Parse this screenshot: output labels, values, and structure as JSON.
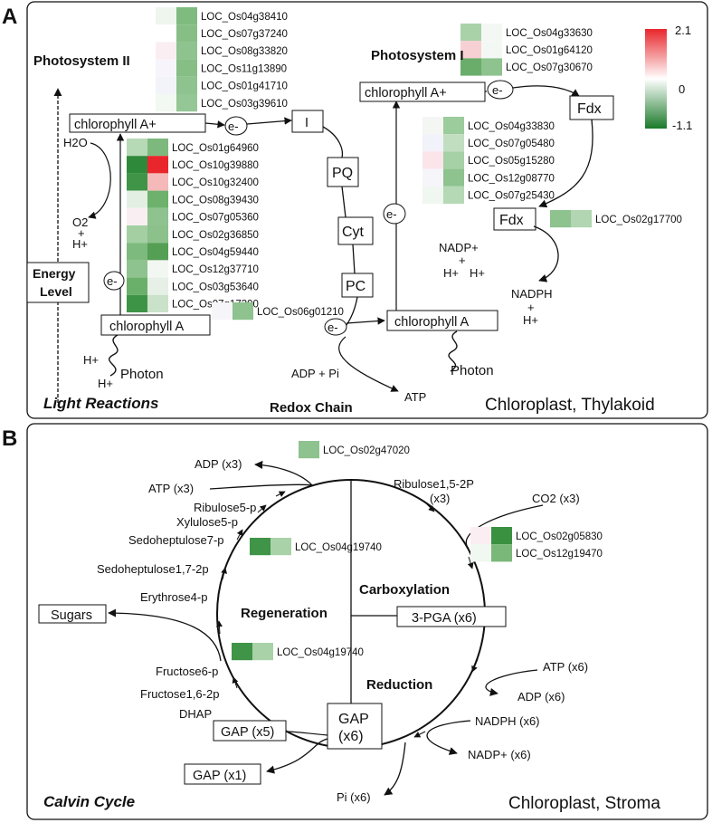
{
  "panel_a": {
    "letter": "A",
    "photosystem2": "Photosystem II",
    "photosystem1": "Photosystem I",
    "chlA_plus_left": "chlorophyll A+",
    "chlA_plus_right": "chlorophyll A+",
    "chlA_left": "chlorophyll A",
    "chlA_right": "chlorophyll A",
    "electron": "e-",
    "complex_I": "I",
    "pq": "PQ",
    "cyt": "Cyt",
    "pc": "PC",
    "fdx_top": "Fdx",
    "fdx_mid": "Fdx",
    "h2o": "H2O",
    "o2": "O2",
    "plus": "+",
    "hplus": "H+",
    "energy1": "Energy",
    "energy2": "Level",
    "photon": "Photon",
    "adp_pi": "ADP + Pi",
    "atp": "ATP",
    "nadp_plus": "NADP+",
    "nadph": "NADPH",
    "light_reactions": "Light Reactions",
    "redox_chain": "Redox Chain",
    "location": "Chloroplast, Thylakoid",
    "legend": {
      "max": "2.1",
      "mid": "0",
      "min": "-1.1",
      "high_color": "#e8262b",
      "low_color": "#1b7a2a"
    },
    "ps2_genes": [
      {
        "id": "LOC_Os04g38410",
        "c": [
          "#eef6ee",
          "#7fba7f"
        ]
      },
      {
        "id": "LOC_Os07g37240",
        "c": [
          "#ffffff",
          "#86be86"
        ]
      },
      {
        "id": "LOC_Os08g33820",
        "c": [
          "#fbeef2",
          "#8ec28e"
        ]
      },
      {
        "id": "LOC_Os11g13890",
        "c": [
          "#f7f5fb",
          "#86be86"
        ]
      },
      {
        "id": "LOC_Os01g41710",
        "c": [
          "#f3f3fa",
          "#8ec28e"
        ]
      },
      {
        "id": "LOC_Os03g39610",
        "c": [
          "#f2f8f2",
          "#95c695"
        ]
      }
    ],
    "ps2b_genes": [
      {
        "id": "LOC_Os01g64960",
        "c": [
          "#b6d9b6",
          "#7db97d"
        ]
      },
      {
        "id": "LOC_Os10g39880",
        "c": [
          "#2e8a3a",
          "#e8262b"
        ]
      },
      {
        "id": "LOC_Os10g32400",
        "c": [
          "#3f9448",
          "#f5b9b9"
        ]
      },
      {
        "id": "LOC_Os08g39430",
        "c": [
          "#e3efe3",
          "#6db16d"
        ]
      },
      {
        "id": "LOC_Os07g05360",
        "c": [
          "#f9eef1",
          "#8ec28e"
        ]
      },
      {
        "id": "LOC_Os02g36850",
        "c": [
          "#a3cfa3",
          "#8cc18c"
        ]
      },
      {
        "id": "LOC_Os04g59440",
        "c": [
          "#7dba7d",
          "#559f55"
        ]
      },
      {
        "id": "LOC_Os12g37710",
        "c": [
          "#8ec28e",
          "#f2f7f2"
        ]
      },
      {
        "id": "LOC_Os03g53640",
        "c": [
          "#6ab06a",
          "#e6f0e6"
        ]
      },
      {
        "id": "LOC_Os07g17390",
        "c": [
          "#3e9446",
          "#c9e2c9"
        ]
      }
    ],
    "pc_gene": {
      "id": "LOC_Os06g01210",
      "c": [
        "#f5f5fa",
        "#8ec28e"
      ]
    },
    "ps1_genes": [
      {
        "id": "LOC_Os04g33630",
        "c": [
          "#a9d2a9",
          "#f4f8f4"
        ]
      },
      {
        "id": "LOC_Os01g64120",
        "c": [
          "#f7d0d3",
          "#f4f8f4"
        ]
      },
      {
        "id": "LOC_Os07g30670",
        "c": [
          "#6aad6a",
          "#8ec28e"
        ]
      }
    ],
    "ps1b_genes": [
      {
        "id": "LOC_Os04g33830",
        "c": [
          "#f3f6f3",
          "#9ccb9c"
        ]
      },
      {
        "id": "LOC_Os07g05480",
        "c": [
          "#f2f2fa",
          "#c1dec1"
        ]
      },
      {
        "id": "LOC_Os05g15280",
        "c": [
          "#fbe5ea",
          "#a6d0a6"
        ]
      },
      {
        "id": "LOC_Os12g08770",
        "c": [
          "#f5f5fa",
          "#8ec28e"
        ]
      },
      {
        "id": "LOC_Os07g25430",
        "c": [
          "#f0f6f0",
          "#b5d8b5"
        ]
      }
    ],
    "fdx_gene": {
      "id": "LOC_Os02g17700",
      "c": [
        "#8ec28e",
        "#b1d6b1"
      ]
    }
  },
  "panel_b": {
    "letter": "B",
    "adp_x3": "ADP (x3)",
    "atp_x3": "ATP (x3)",
    "ribulose5p": "Ribulose5-p",
    "xylulose5p": "Xylulose5-p",
    "sedoheptulose7p": "Sedoheptulose7-p",
    "sedoheptulose172p": "Sedoheptulose1,7-2p",
    "erythrose4p": "Erythrose4-p",
    "sugars": "Sugars",
    "regeneration": "Regeneration",
    "carboxylation": "Carboxylation",
    "reduction": "Reduction",
    "pga": "3-PGA (x6)",
    "ribulose152p_1": "Ribulose1,5-2P",
    "ribulose152p_2": "(x3)",
    "co2": "CO2 (x3)",
    "fructose6p": "Fructose6-p",
    "fructose162p": "Fructose1,6-2p",
    "dhap": "DHAP",
    "gap_x5": "GAP (x5)",
    "gap_x1": "GAP (x1)",
    "gap_center_1": "GAP",
    "gap_center_2": "(x6)",
    "atp_x6": "ATP (x6)",
    "adp_x6": "ADP (x6)",
    "nadph_x6": "NADPH (x6)",
    "nadp_x6": "NADP+ (x6)",
    "pi_x6": "Pi (x6)",
    "calvin_cycle": "Calvin Cycle",
    "location": "Chloroplast, Stroma",
    "gene_top": {
      "id": "LOC_Os02g47020",
      "c": [
        "#8ec28e"
      ]
    },
    "gene_reg1": {
      "id": "LOC_Os04g19740",
      "c": [
        "#3f9448",
        "#a9d2a9"
      ]
    },
    "gene_reg2": {
      "id": "LOC_Os04g19740",
      "c": [
        "#3f9448",
        "#a9d2a9"
      ]
    },
    "gene_carbox": [
      {
        "id": "LOC_Os02g05830",
        "c": [
          "#fbeef2",
          "#3a9140"
        ]
      },
      {
        "id": "LOC_Os12g19470",
        "c": [
          "#f1f7f1",
          "#7ab87a"
        ]
      }
    ]
  }
}
